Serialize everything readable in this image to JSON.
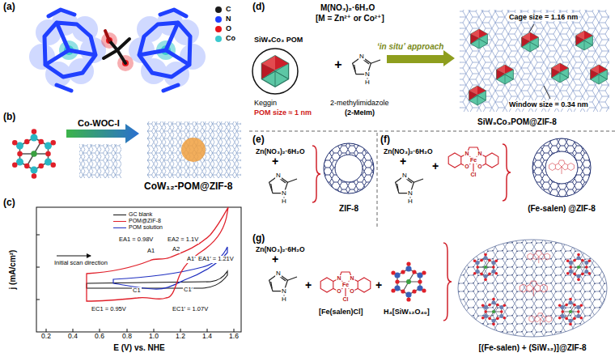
{
  "diagram": {
    "labels": [
      "(a)",
      "(b)",
      "Co-WOC-I",
      "CoW₁₂-POM@ZIF-8",
      "(c)",
      "j (mA/cm²)",
      "E (V) vs. NHE",
      "0.2",
      "0.4",
      "0.6",
      "0.8",
      "1.0",
      "1.2",
      "1.4",
      "1.6",
      "Initial scan direction",
      "EA1 = 0.98V",
      "EA2 = 1.1V",
      "A1",
      "A2",
      "A1′",
      "EA1′ = 1.21V",
      "C1",
      "C1′",
      "EC1 = 0.95V",
      "EC1′ = 1.07V",
      "(d)",
      "M(NO₃)₂·6H₂O",
      "[M = Zn²⁺ or Co²⁺]",
      "SiW₉Co₃ POM",
      "+",
      "‘in situ’ approach",
      "Keggin",
      "POM size ≈ 1 nm",
      "2-methylimidazole",
      "(2-MeIm)",
      "Cage size = 1.16 nm",
      "Window size = 0.34 nm",
      "SiW₉Co₃POM@ZIF-8",
      "N",
      "N",
      "H",
      "(e)",
      "Zn(NO₃)₂·6H₂O",
      "+",
      "N",
      "N",
      "H",
      "ZIF-8",
      "(f)",
      "Zn(NO₃)₂·6H₂O",
      "+",
      "N",
      "N",
      "H",
      "+",
      "Fe",
      "Cl",
      "N",
      "N",
      "O",
      "O",
      "(Fe-salen) @ZIF-8",
      "(g)",
      "Zn(NO₃)₂·6H₂O",
      "+",
      "N",
      "N",
      "H",
      "+",
      "Fe",
      "Cl",
      "N",
      "N",
      "O",
      "O",
      "[Fe(salen)Cl]",
      "+",
      "H₄[SiW₁₂O₄₀]",
      "[(Fe-salen) + (SiW₁₂)]@ZIF-8"
    ],
    "legend": [
      {
        "text": "C",
        "color": "#1a1a1a"
      },
      {
        "text": "N",
        "color": "#1f3fff"
      },
      {
        "text": "O",
        "color": "#e8141c"
      },
      {
        "text": "Co",
        "color": "#3cc9cf"
      },
      {
        "text": "GC blank"
      },
      {
        "text": "POM@ZIF-8"
      },
      {
        "text": "POM solution"
      }
    ]
  }
}
